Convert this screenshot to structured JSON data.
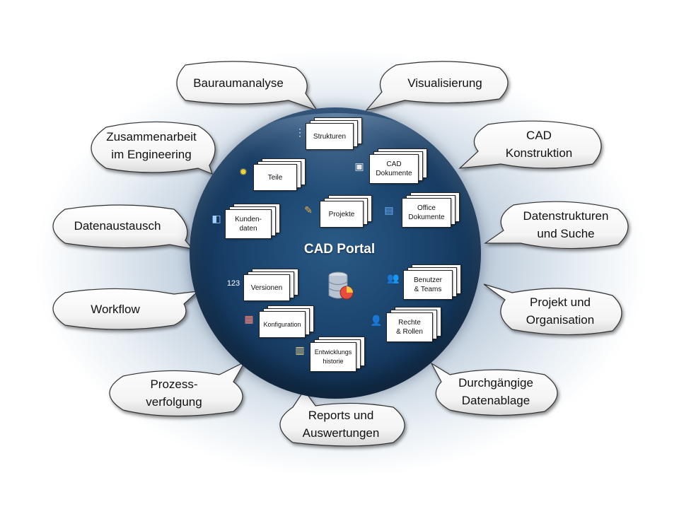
{
  "diagram": {
    "title": "CAD Portal",
    "bubbles": [
      {
        "id": "bauraumanalyse",
        "text": "Bauraumanalyse"
      },
      {
        "id": "visualisierung",
        "text": "Visualisierung"
      },
      {
        "id": "zusammenarbeit",
        "text": "Zusammenarbeit\nim Engineering"
      },
      {
        "id": "cad-konstruktion",
        "text": "CAD\nKonstruktion"
      },
      {
        "id": "datenaustausch",
        "text": "Datenaustausch"
      },
      {
        "id": "datenstrukturen",
        "text": "Datenstrukturen\nund Suche"
      },
      {
        "id": "workflow",
        "text": "Workflow"
      },
      {
        "id": "projekt",
        "text": "Projekt und\nOrganisation"
      },
      {
        "id": "prozessverfolgung",
        "text": "Prozess-\nverfolgung"
      },
      {
        "id": "datenablage",
        "text": "Durchgängige\nDatenablage"
      },
      {
        "id": "reports",
        "text": "Reports und\nAuswertungen"
      }
    ],
    "documents": [
      {
        "id": "strukturen",
        "text": "Strukturen",
        "icon": "structure-icon"
      },
      {
        "id": "cad-dokumente",
        "text": "CAD\nDokumente",
        "icon": "cad-icon"
      },
      {
        "id": "teile",
        "text": "Teile",
        "icon": "gear-icon"
      },
      {
        "id": "projekte",
        "text": "Projekte",
        "icon": "pencil-icon"
      },
      {
        "id": "office-dokumente",
        "text": "Office\nDokumente",
        "icon": "office-icon"
      },
      {
        "id": "kundendaten",
        "text": "Kunden-\ndaten",
        "icon": "customer-icon"
      },
      {
        "id": "versionen",
        "text": "Versionen",
        "icon": "versions-icon"
      },
      {
        "id": "benutzer",
        "text": "Benutzer\n& Teams",
        "icon": "users-icon"
      },
      {
        "id": "konfiguration",
        "text": "Konfiguration",
        "icon": "config-icon"
      },
      {
        "id": "rechte",
        "text": "Rechte\n& Rollen",
        "icon": "rights-icon"
      },
      {
        "id": "entwicklungshistorie",
        "text": "Entwicklungs\nhistorie",
        "icon": "clipboard-icon"
      }
    ],
    "colors": {
      "globe": "#1c4670",
      "bubble_fill": "#ffffff",
      "bubble_border": "#333333"
    }
  }
}
